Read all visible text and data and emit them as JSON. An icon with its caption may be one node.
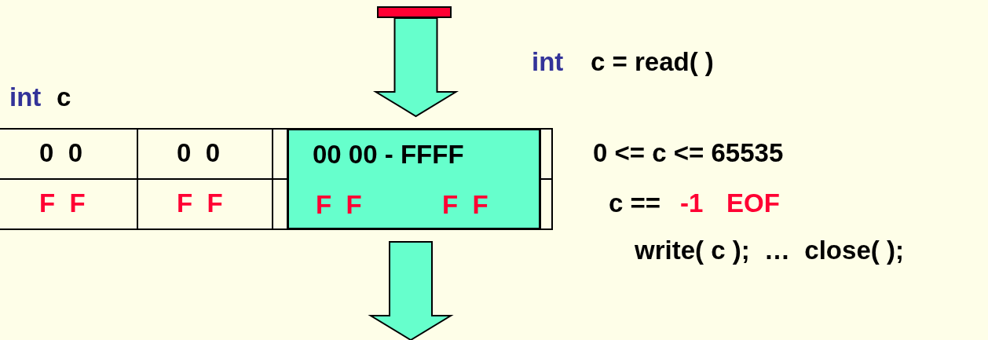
{
  "diagram": {
    "nodes": [
      {
        "text": [],
        "shape": "bar"
      },
      {
        "text": [
          "00 00 - FFFF",
          "F  F",
          "F  F"
        ]
      }
    ],
    "edges": [
      {
        "from": 0,
        "to": 1,
        "arrow": "to"
      },
      {
        "from": 1,
        "to": null,
        "arrow": "to"
      }
    ],
    "labels": [
      "int",
      "c = read( )",
      "int",
      "c",
      "0  0",
      "0  0",
      "0 <= c <= 65535",
      "F  F",
      "F  F",
      "c ==",
      "-1",
      "EOF",
      "write( c );  …  close( );"
    ]
  }
}
